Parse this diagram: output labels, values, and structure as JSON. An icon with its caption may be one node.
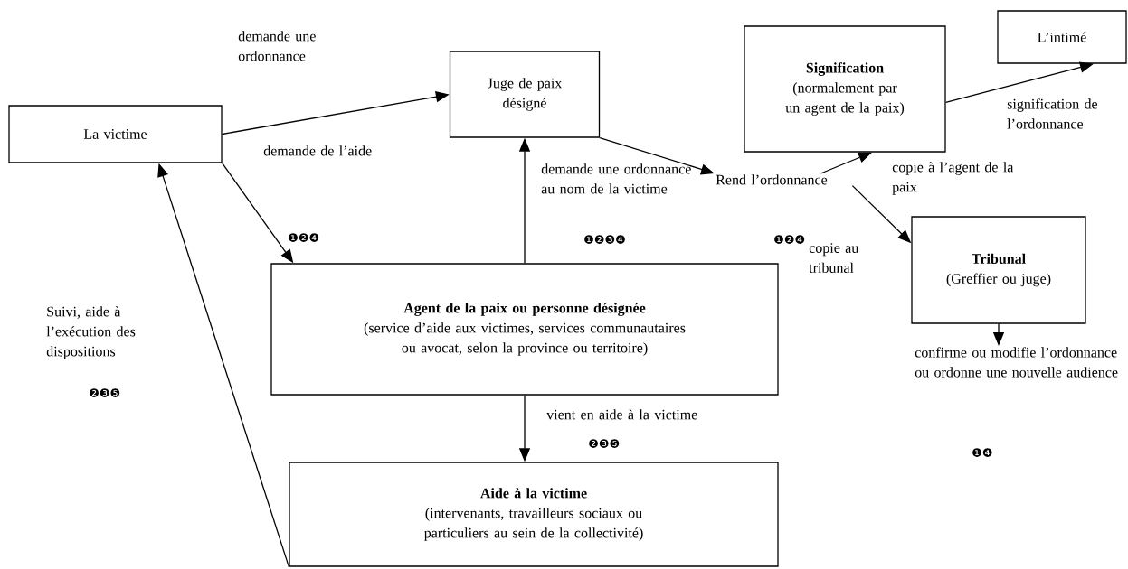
{
  "diagram": {
    "nodes": [
      {
        "text": [
          "La victime"
        ]
      },
      {
        "text": [
          "Juge de paix désigné"
        ]
      },
      {
        "text": [
          "Signification",
          "(normalement par un agent de la paix)"
        ]
      },
      {
        "text": [
          "L’intimé"
        ]
      },
      {
        "text": [
          "Rend l’ordonnance"
        ]
      },
      {
        "text": [
          "Tribunal",
          "(Greffier ou juge)"
        ]
      },
      {
        "text": [
          "confirme ou modifie l’ordonnance ou ordonne une nouvelle audience"
        ]
      },
      {
        "text": [
          "Agent de la paix ou personne désignée",
          "(service d’aide aux victimes, services communautaires ou avocat, selon la province ou territoire)"
        ]
      },
      {
        "text": [
          "Aide à la victime",
          "(intervenants, travailleurs sociaux ou particuliers au sein de la collectivité)"
        ]
      }
    ],
    "edges": [
      {
        "from": 0,
        "to": 1,
        "arrow": "to",
        "label": "demande une ordonnance"
      },
      {
        "from": 0,
        "to": 7,
        "arrow": "to",
        "label": "demande de l’aide"
      },
      {
        "from": 7,
        "to": 1,
        "arrow": "to",
        "label": "demande une ordonnance au nom de la victime"
      },
      {
        "from": 1,
        "to": 4,
        "arrow": "to"
      },
      {
        "from": 4,
        "to": 2,
        "arrow": "to",
        "label": "copie à l’agent de la paix"
      },
      {
        "from": 4,
        "to": 5,
        "arrow": "to",
        "label": "copie au tribunal"
      },
      {
        "from": 2,
        "to": 3,
        "arrow": "to",
        "label": "signification de l’ordonnance"
      },
      {
        "from": 5,
        "to": 6,
        "arrow": "to"
      },
      {
        "from": 7,
        "to": 8,
        "arrow": "to",
        "label": "vient en aide à la victime"
      },
      {
        "from": 8,
        "to": 0,
        "arrow": "to",
        "label": "Suivi, aide à l’exécution des dispositions"
      }
    ],
    "labels": [
      "❶❷❹",
      "❶❷❸❹",
      "❶❷❹",
      "❷❸❺",
      "❷❸❺",
      "❶❹"
    ]
  }
}
